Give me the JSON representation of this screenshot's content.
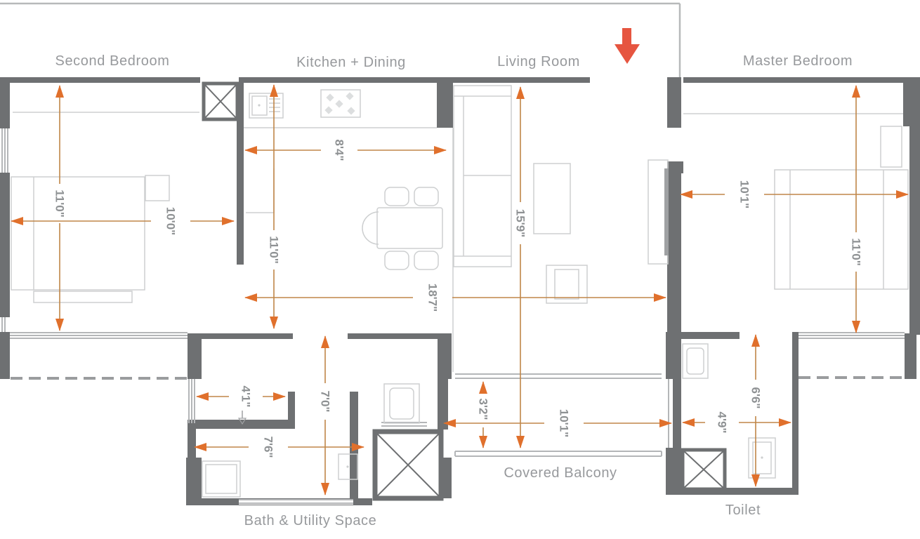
{
  "rooms": {
    "second_bedroom": {
      "label": "Second Bedroom",
      "width": "10'0\"",
      "depth": "11'0\""
    },
    "kitchen_dining": {
      "label": "Kitchen + Dining",
      "width": "8'4\"",
      "depth": "11'0\""
    },
    "living_room": {
      "label": "Living Room",
      "width": "18'7\"",
      "depth": "15'9\""
    },
    "master_bedroom": {
      "label": "Master Bedroom",
      "width": "10'1\"",
      "depth": "11'0\""
    },
    "bath_utility": {
      "label": "Bath & Utility Space",
      "wc_width": "4'1\"",
      "width": "7'6\"",
      "depth": "7'0\""
    },
    "covered_balcony": {
      "label": "Covered Balcony",
      "width": "10'1\"",
      "depth": "3'2\""
    },
    "toilet": {
      "label": "Toilet",
      "width": "4'9\"",
      "depth": "6'6\""
    }
  },
  "colors": {
    "wall": "#6e7072",
    "window_line": "#b4b6b8",
    "furniture_line": "#cdcfd0",
    "dimension_line": "#c08648",
    "dimension_arrowhead": "#e0702c",
    "dimension_text": "#8e9193",
    "room_label_text": "#97999c",
    "entry_arrow": "#e65540"
  }
}
